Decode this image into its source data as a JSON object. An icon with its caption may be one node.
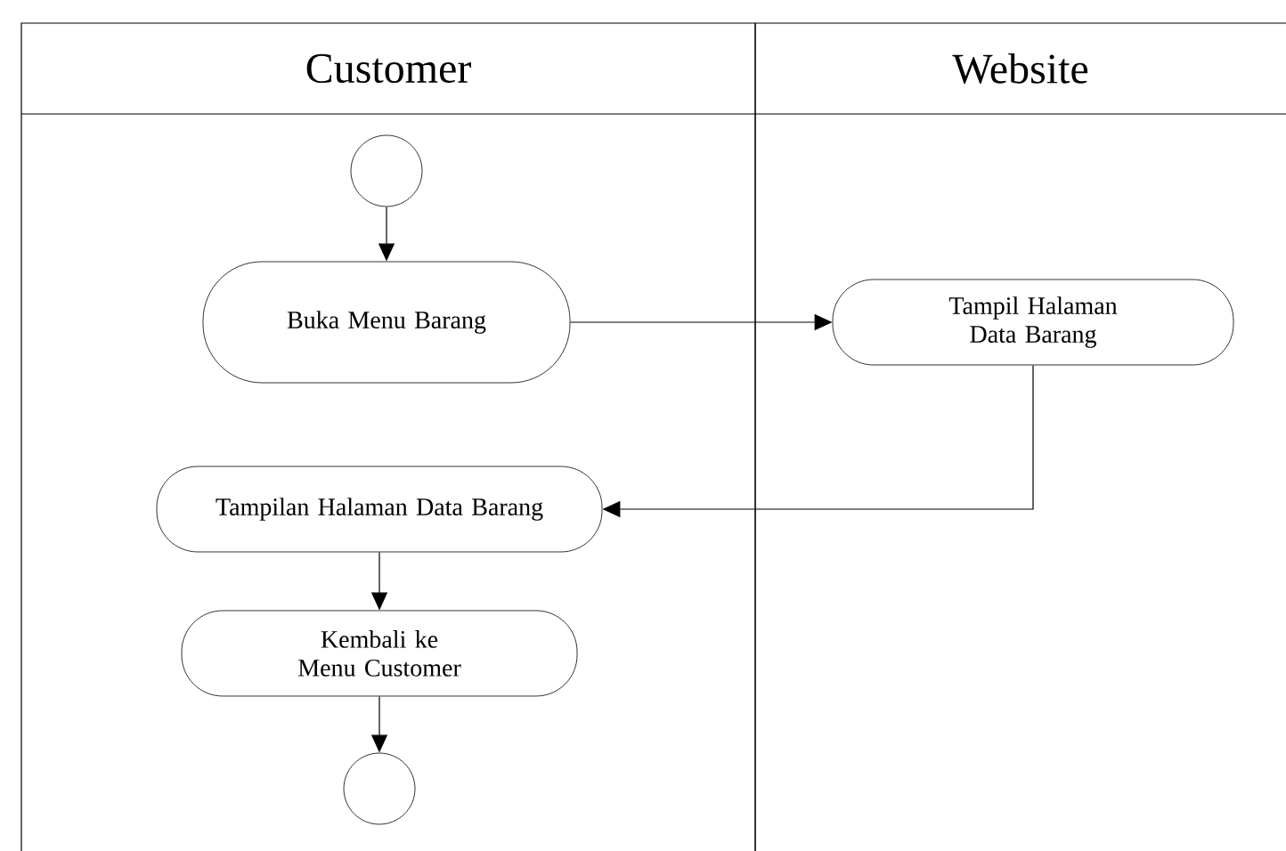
{
  "diagram": {
    "nodes": [
      {
        "text": [
          "Customer"
        ]
      },
      {
        "text": [
          "Website"
        ]
      },
      {
        "text": [],
        "shape": "circle",
        "in": 0
      },
      {
        "text": [
          "Buka Menu Barang"
        ],
        "in": 0
      },
      {
        "text": [
          "Tampil Halaman Data Barang"
        ],
        "in": 1
      },
      {
        "text": [
          "Tampilan Halaman Data Barang"
        ],
        "in": 0
      },
      {
        "text": [
          "Kembali ke Menu Customer"
        ],
        "in": 0
      },
      {
        "text": [],
        "shape": "circle",
        "in": 0
      }
    ],
    "edges": [
      {
        "from": 2,
        "to": 3,
        "arrow": "to"
      },
      {
        "from": 3,
        "to": 4,
        "arrow": "to"
      },
      {
        "from": 4,
        "to": 5,
        "arrow": "to"
      },
      {
        "from": 5,
        "to": 6,
        "arrow": "to"
      },
      {
        "from": 6,
        "to": 7,
        "arrow": "to"
      }
    ]
  }
}
